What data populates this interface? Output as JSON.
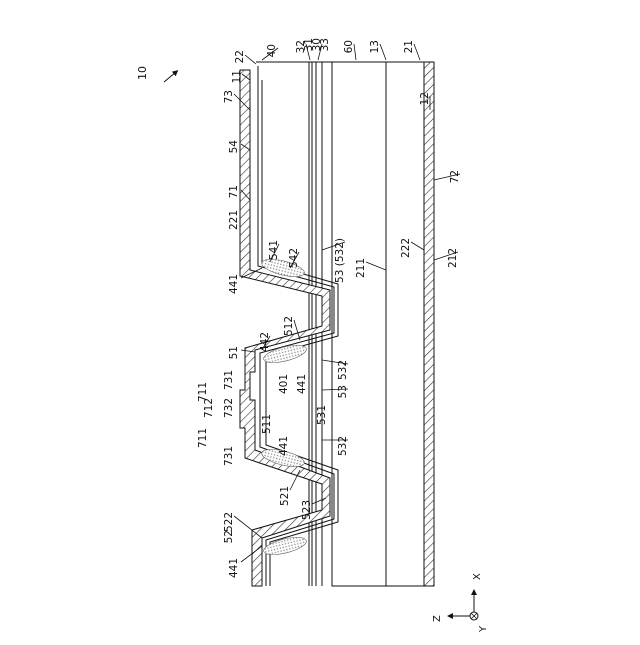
{
  "figure": {
    "id_label": "10",
    "labels": [
      "22",
      "40",
      "32",
      "31",
      "30",
      "33",
      "60",
      "13",
      "21",
      "11",
      "73",
      "12",
      "54",
      "72",
      "71",
      "221",
      "541",
      "542",
      "53 (532)",
      "211",
      "222",
      "212",
      "441",
      "442",
      "512",
      "51",
      "731",
      "401",
      "441",
      "532",
      "711",
      "712",
      "53",
      "732",
      "511",
      "531",
      "711",
      "731",
      "441",
      "532",
      "521",
      "523",
      "522",
      "52",
      "441"
    ]
  },
  "axes": {
    "x_label": "X",
    "z_label": "Z",
    "y_label": "Y"
  },
  "colors": {
    "line": "#111111",
    "hatch": "#333333",
    "dots": "#9a9a9a"
  }
}
